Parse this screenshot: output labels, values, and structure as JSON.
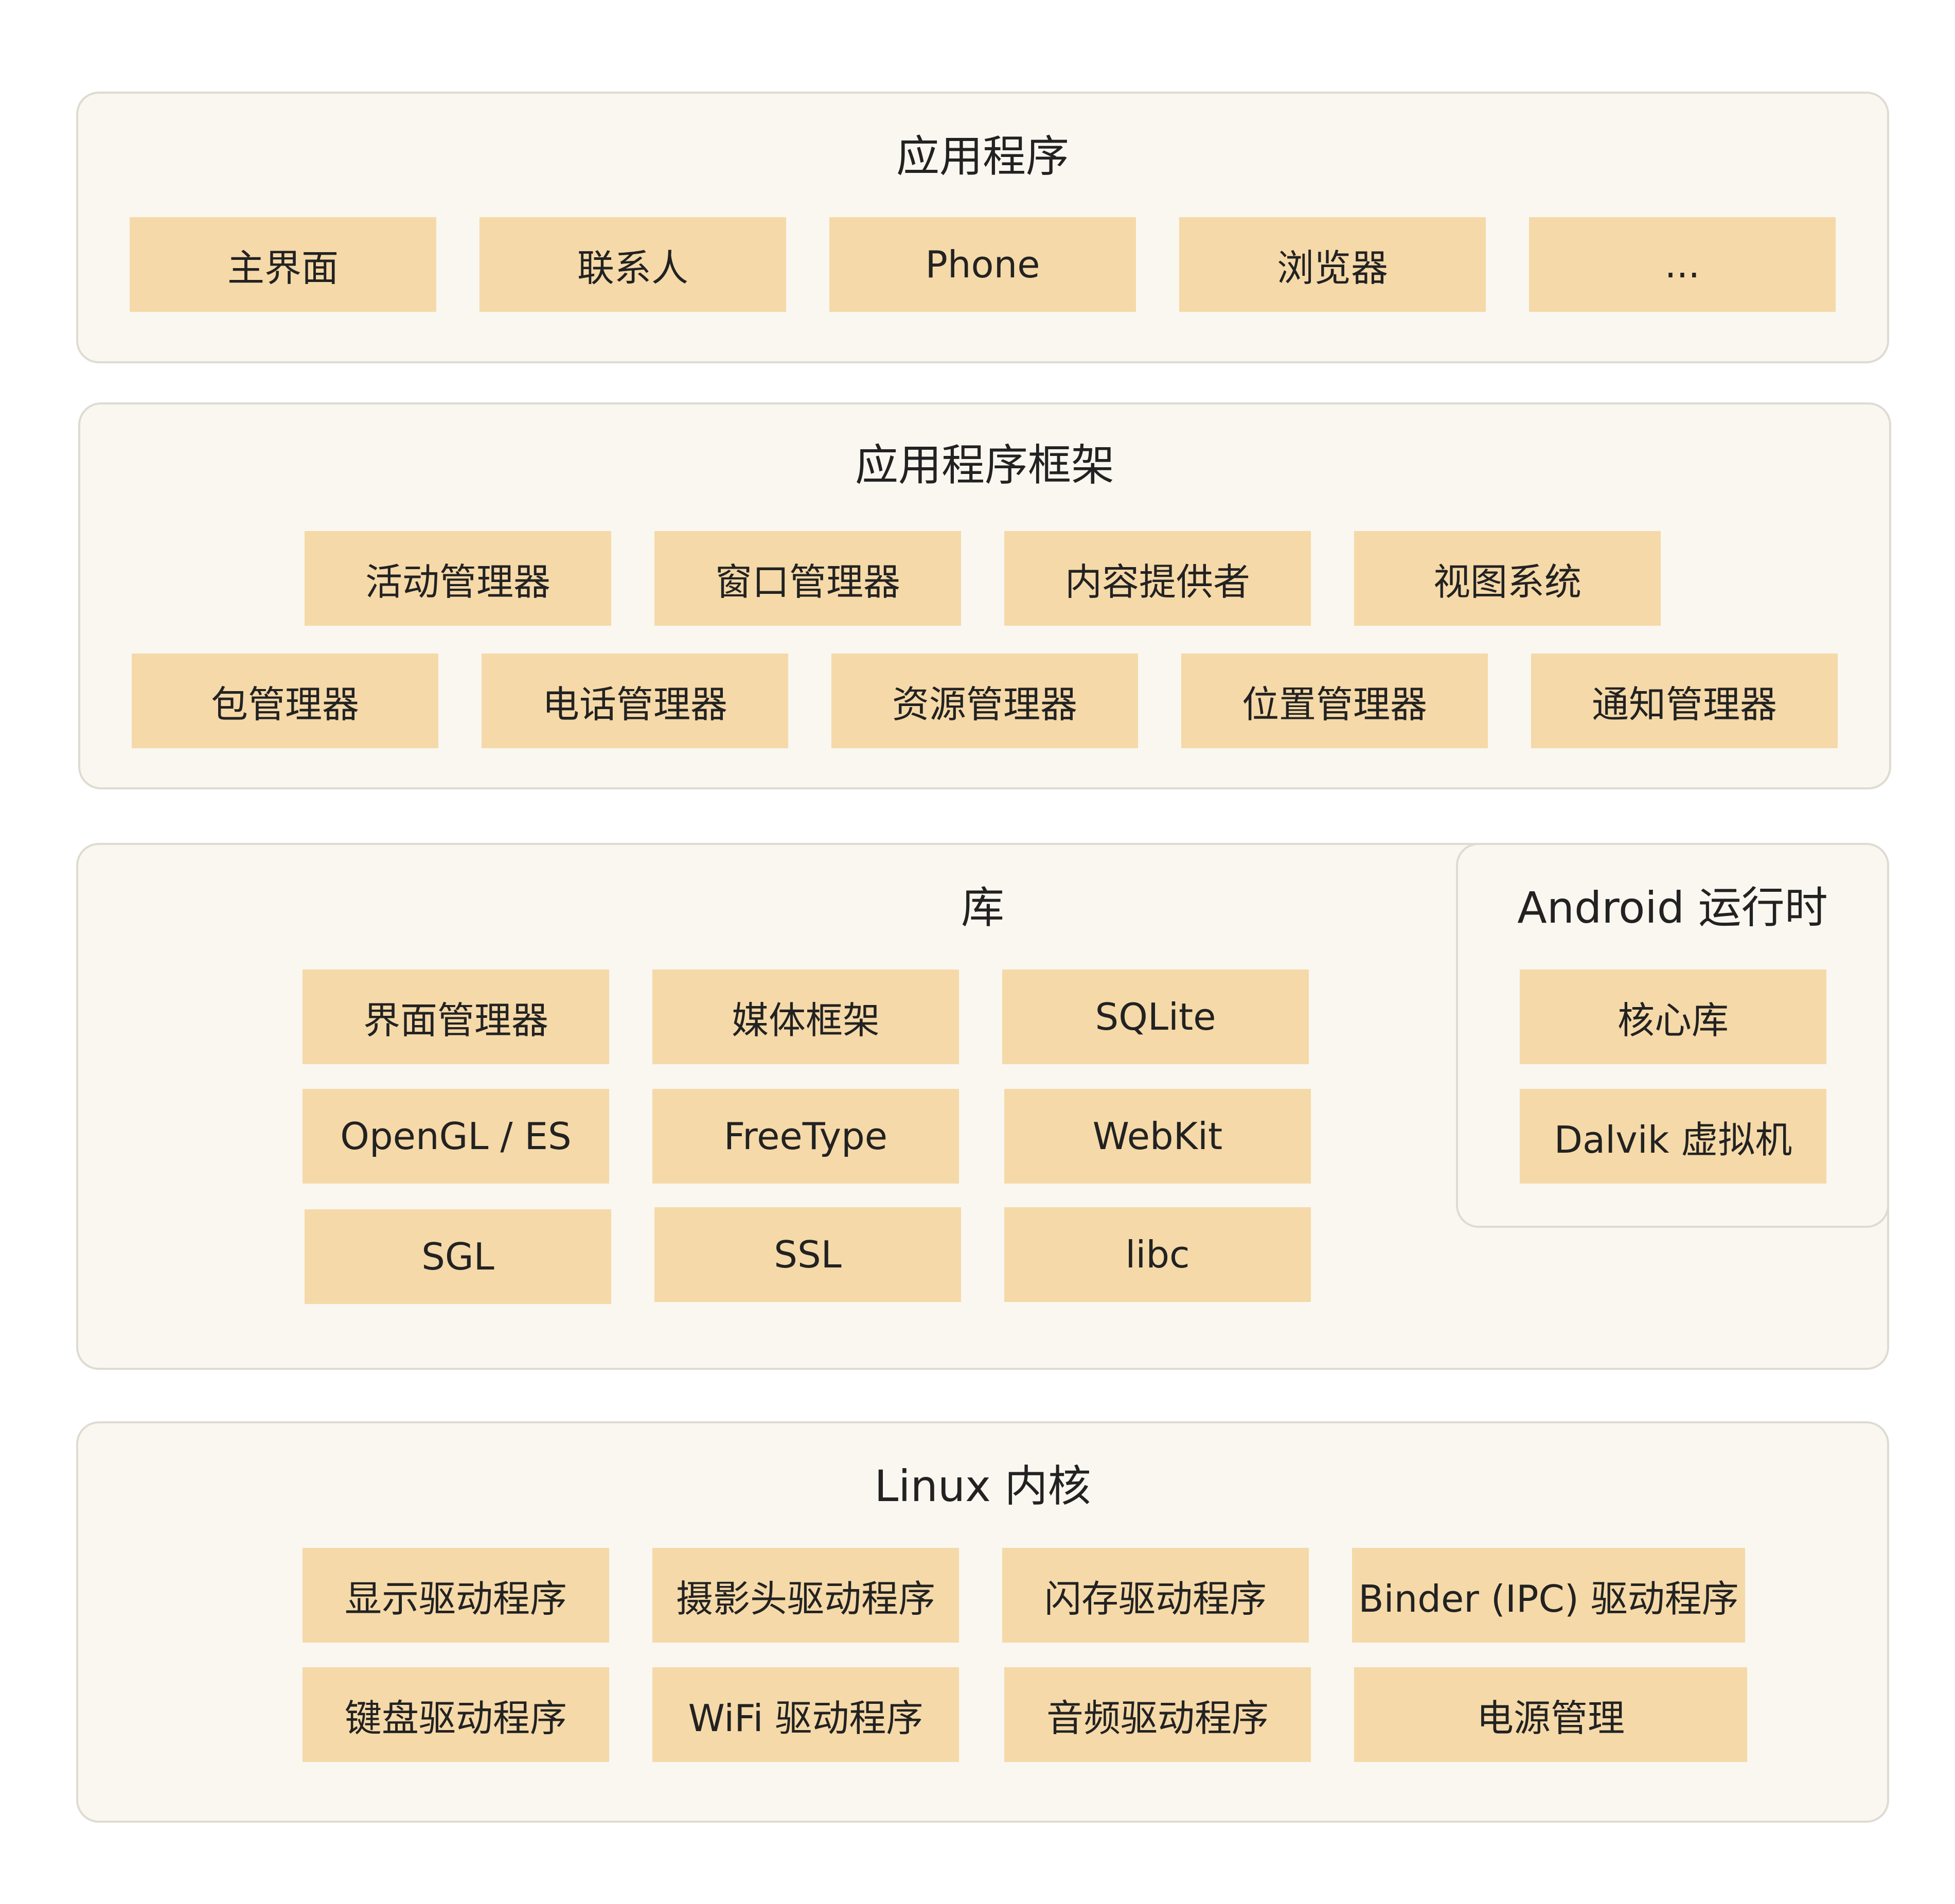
{
  "layers": {
    "apps": {
      "title": "应用程序",
      "items": [
        "主界面",
        "联系人",
        "Phone",
        "浏览器",
        "..."
      ]
    },
    "framework": {
      "title": "应用程序框架",
      "row1": [
        "活动管理器",
        "窗口管理器",
        "内容提供者",
        "视图系统"
      ],
      "row2": [
        "包管理器",
        "电话管理器",
        "资源管理器",
        "位置管理器",
        "通知管理器"
      ]
    },
    "libraries": {
      "title": "库",
      "items": [
        "界面管理器",
        "媒体框架",
        "SQLite",
        "OpenGL / ES",
        "FreeType",
        "WebKit",
        "SGL",
        "SSL",
        "libc"
      ]
    },
    "runtime": {
      "title": "Android 运行时",
      "items": [
        "核心库",
        "Dalvik 虚拟机"
      ]
    },
    "kernel": {
      "title": "Linux 内核",
      "row1": [
        "显示驱动程序",
        "摄影头驱动程序",
        "闪存驱动程序",
        "Binder (IPC) 驱动程序"
      ],
      "row2": [
        "键盘驱动程序",
        "WiFi 驱动程序",
        "音频驱动程序",
        "电源管理"
      ]
    }
  },
  "colors": {
    "panel_background": "#f9f7f0",
    "panel_border": "#dedbd2",
    "box_fill": "#f5d9a8",
    "text": "#222222"
  }
}
